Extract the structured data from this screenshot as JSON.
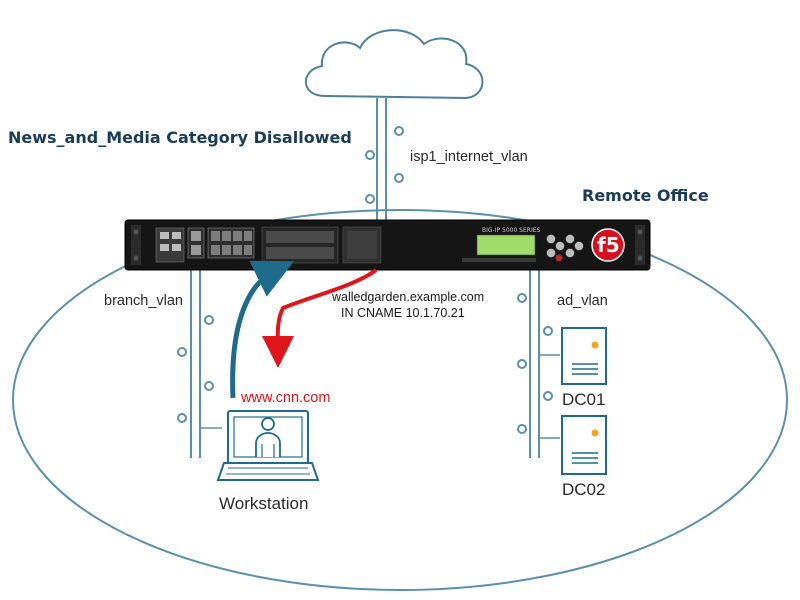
{
  "title": "News_and_Media Category Disallowed",
  "site_label": "Remote Office",
  "vlans": {
    "internet": "isp1_internet_vlan",
    "branch": "branch_vlan",
    "ad": "ad_vlan"
  },
  "dns_response": {
    "line1": "walledgarden.example.com",
    "line2": "IN CNAME 10.1.70.21"
  },
  "request_url": "www.cnn.com",
  "nodes": {
    "workstation": "Workstation",
    "dc01": "DC01",
    "dc02": "DC02"
  },
  "device": {
    "model_label": "BIG-IP 5000 SERIES",
    "logo_text": "f5"
  },
  "icons": [
    "cloud-icon",
    "workstation-icon",
    "server-icon",
    "big-ip-appliance-icon"
  ],
  "colors": {
    "line": "#5b8fac",
    "title": "#1a3c57",
    "request_arrow": "#1f6b8c",
    "response_arrow": "#e0151b",
    "url_text": "#e0151b",
    "f5_logo": "#d7101f",
    "lcd": "#9fdc6a"
  }
}
